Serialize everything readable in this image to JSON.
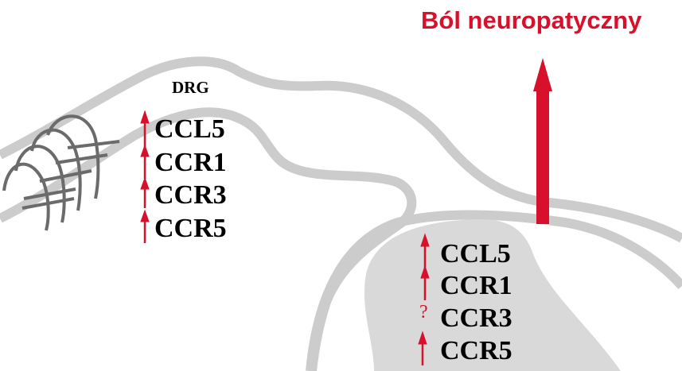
{
  "title": "Ból neuropatyczny",
  "drg": {
    "label": "DRG",
    "markers": [
      "CCL5",
      "CCR1",
      "CCR3",
      "CCR5"
    ]
  },
  "spinal": {
    "markers": [
      "CCL5",
      "CCR1",
      "CCR3",
      "CCR5"
    ],
    "unknown_mark": "?"
  },
  "colors": {
    "accent": "#d7102c",
    "outline": "#cccccc",
    "grey_region": "#d9d9d9",
    "nerve": "#6b6b6b"
  }
}
